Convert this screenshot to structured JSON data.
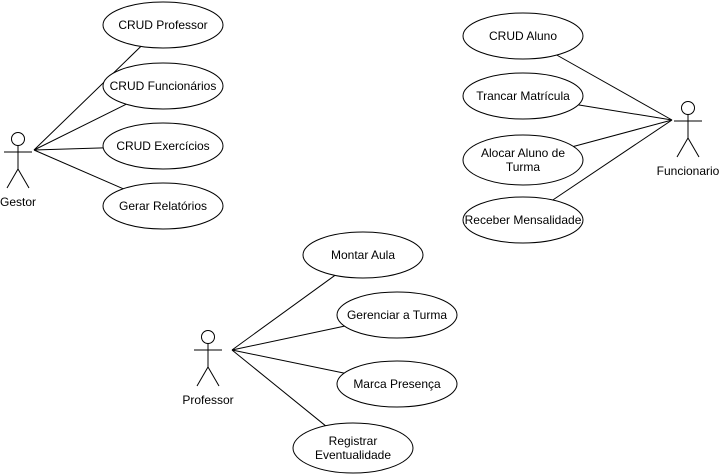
{
  "diagram": {
    "actors": [
      {
        "id": "gestor",
        "label": "Gestor"
      },
      {
        "id": "funcionario",
        "label": "Funcionario"
      },
      {
        "id": "professor",
        "label": "Professor"
      }
    ],
    "use_cases": [
      {
        "id": "crud-professor",
        "lines": [
          "CRUD Professor"
        ]
      },
      {
        "id": "crud-funcionarios",
        "lines": [
          "CRUD Funcionários"
        ]
      },
      {
        "id": "crud-exercicios",
        "lines": [
          "CRUD Exercícios"
        ]
      },
      {
        "id": "gerar-relatorios",
        "lines": [
          "Gerar Relatórios"
        ]
      },
      {
        "id": "crud-aluno",
        "lines": [
          "CRUD Aluno"
        ]
      },
      {
        "id": "trancar-matricula",
        "lines": [
          "Trancar Matrícula"
        ]
      },
      {
        "id": "alocar-aluno-turma",
        "lines": [
          "Alocar Aluno de",
          "Turma"
        ]
      },
      {
        "id": "receber-mensalidade",
        "lines": [
          "Receber Mensalidade"
        ]
      },
      {
        "id": "montar-aula",
        "lines": [
          "Montar Aula"
        ]
      },
      {
        "id": "gerenciar-turma",
        "lines": [
          "Gerenciar a Turma"
        ]
      },
      {
        "id": "marca-presenca",
        "lines": [
          "Marca Presença"
        ]
      },
      {
        "id": "registrar-eventualidade",
        "lines": [
          "Registrar",
          "Eventualidade"
        ]
      }
    ],
    "associations": [
      [
        "gestor",
        "crud-professor"
      ],
      [
        "gestor",
        "crud-funcionarios"
      ],
      [
        "gestor",
        "crud-exercicios"
      ],
      [
        "gestor",
        "gerar-relatorios"
      ],
      [
        "funcionario",
        "crud-aluno"
      ],
      [
        "funcionario",
        "trancar-matricula"
      ],
      [
        "funcionario",
        "alocar-aluno-turma"
      ],
      [
        "funcionario",
        "receber-mensalidade"
      ],
      [
        "professor",
        "montar-aula"
      ],
      [
        "professor",
        "gerenciar-turma"
      ],
      [
        "professor",
        "marca-presenca"
      ],
      [
        "professor",
        "registrar-eventualidade"
      ]
    ]
  }
}
